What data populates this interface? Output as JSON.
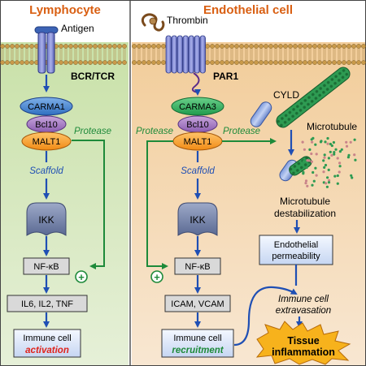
{
  "titles": {
    "left": "Lymphocyte",
    "right": "Endothelial cell"
  },
  "lymphocyte": {
    "ligand": "Antigen",
    "receptor": "BCR/TCR",
    "cbm": [
      "CARMA1",
      "Bcl10",
      "MALT1"
    ],
    "protease": "Protease",
    "scaffold": "Scaffold",
    "kinase": "IKK",
    "tf": "NF-κB",
    "targets": "IL6, IL2, TNF",
    "outcome_line1": "Immune cell",
    "outcome_line2": "activation",
    "plus": "+"
  },
  "endothelial": {
    "ligand": "Thrombin",
    "receptor": "PAR1",
    "cbm": [
      "CARMA3",
      "Bcl10",
      "MALT1"
    ],
    "protease_left": "Protease",
    "protease_right": "Protease",
    "scaffold": "Scaffold",
    "kinase": "IKK",
    "tf": "NF-κB",
    "targets": "ICAM, VCAM",
    "outcome_line1": "Immune cell",
    "outcome_line2": "recruitment",
    "plus": "+",
    "cyld": "CYLD",
    "microtubule": "Microtubule",
    "destab_line1": "Microtubule",
    "destab_line2": "destabilization",
    "perm_line1": "Endothelial",
    "perm_line2": "permeability",
    "extrav_line1": "Immune cell",
    "extrav_line2": "extravasation",
    "inflam_line1": "Tissue",
    "inflam_line2": "inflammation"
  },
  "colors": {
    "title": "#d95f12",
    "arrow": "#1f4fb4",
    "protease": "#1e8a3a",
    "activation": "#e0231b",
    "recruitment": "#1e8a3a",
    "explosion": "#f7b21c",
    "bg_left": "#d4e6bc",
    "bg_right": "#f4d6b0"
  }
}
